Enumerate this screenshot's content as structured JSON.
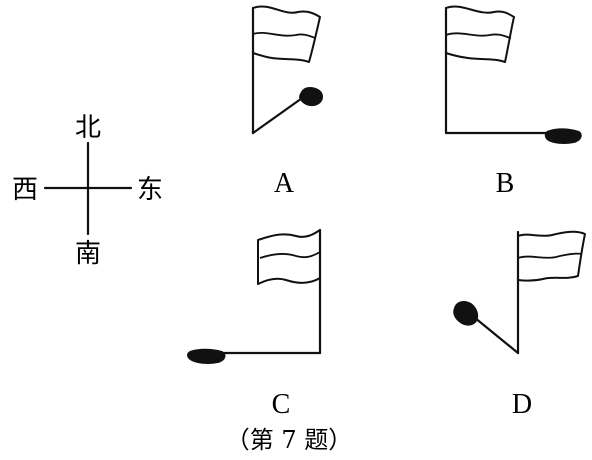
{
  "compass": {
    "north": "北",
    "south": "南",
    "west": "西",
    "east": "东"
  },
  "options": {
    "a": "A",
    "b": "B",
    "c": "C",
    "d": "D"
  },
  "caption": "（第 7 题）"
}
